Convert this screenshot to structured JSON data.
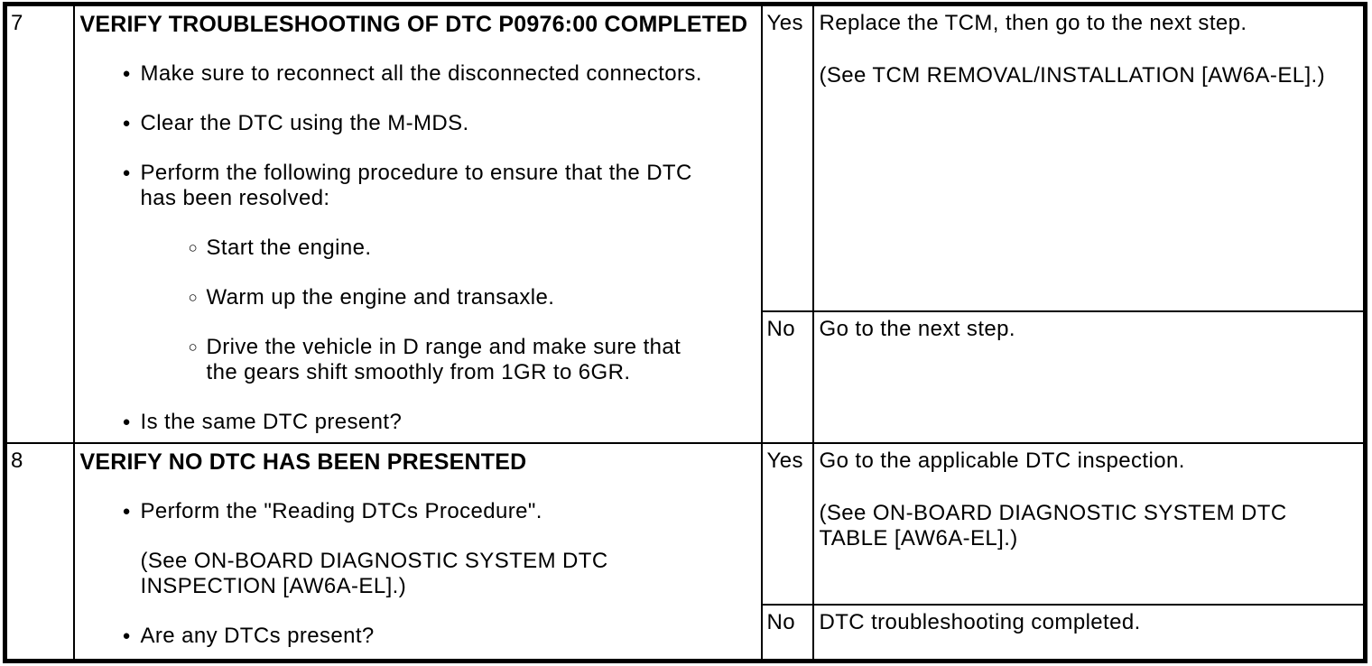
{
  "icons": {
    "bullet": "●",
    "sub_bullet": "○"
  },
  "rows": [
    {
      "step": "7",
      "title": "VERIFY TROUBLESHOOTING OF DTC P0976:00 COMPLETED",
      "items": [
        "Make sure to reconnect all the disconnected connectors.",
        "Clear the DTC using the M-MDS.",
        "Perform the following procedure to ensure that the DTC has been resolved:",
        "Start the engine.",
        "Warm up the engine and transaxle.",
        "Drive the vehicle in D range and make sure that the gears shift smoothly from 1GR to 6GR.",
        "Is the same DTC present?"
      ],
      "branches": [
        {
          "answer": "Yes",
          "lines": [
            "Replace the TCM, then go to the next step.",
            "(See TCM REMOVAL/INSTALLATION [AW6A-EL].)"
          ]
        },
        {
          "answer": "No",
          "lines": [
            "Go to the next step."
          ]
        }
      ]
    },
    {
      "step": "8",
      "title": "VERIFY NO DTC HAS BEEN PRESENTED",
      "items": [
        "Perform the \"Reading DTCs Procedure\".",
        "(See ON-BOARD DIAGNOSTIC SYSTEM DTC INSPECTION [AW6A-EL].)",
        "Are any DTCs present?"
      ],
      "branches": [
        {
          "answer": "Yes",
          "lines": [
            "Go to the applicable DTC inspection.",
            "(See ON-BOARD DIAGNOSTIC SYSTEM DTC TABLE [AW6A-EL].)"
          ]
        },
        {
          "answer": "No",
          "lines": [
            "DTC troubleshooting completed."
          ]
        }
      ]
    }
  ]
}
